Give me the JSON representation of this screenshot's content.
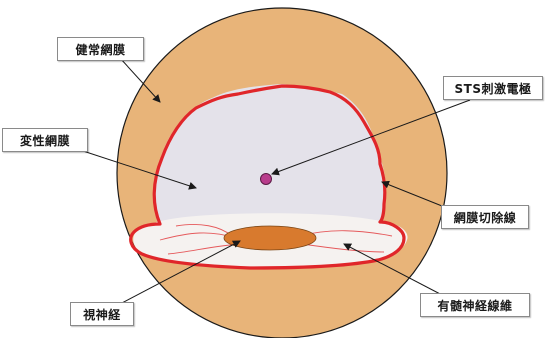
{
  "labels": {
    "healthy_retina": "健常網膜",
    "sts_electrode": "STS刺激電極",
    "degenerated_retina": "変性網膜",
    "retina_incision_line": "網膜切除線",
    "optic_nerve": "視神経",
    "myelinated_nerve_fibers": "有髄神経線維"
  },
  "colors": {
    "fundus": "#e8b479",
    "fundus_outline": "#1a1a1a",
    "degenerated_area": "#e4e2ea",
    "incision_line": "#e0262a",
    "optic_disc": "#d87a2e",
    "electrode": "#b83c8c",
    "nerve_fiber_area": "#f5f2f0"
  }
}
